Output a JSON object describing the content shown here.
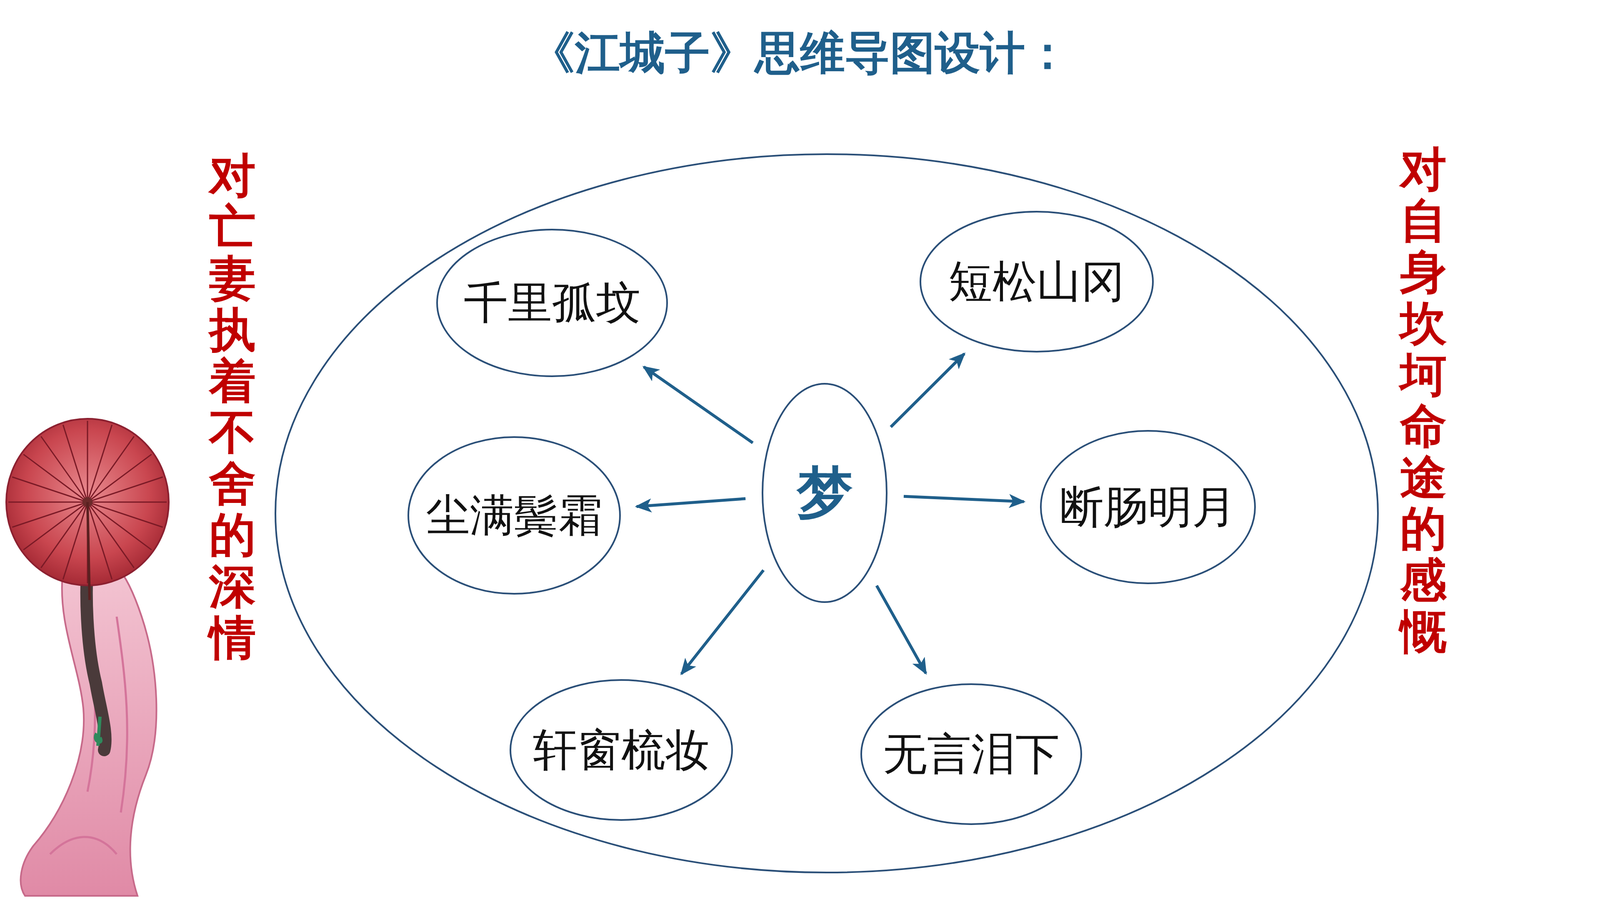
{
  "diagram": {
    "title": "《江城子》思维导图设计：",
    "nodes": [
      {
        "text": [
          "千里孤坟"
        ]
      },
      {
        "text": [
          "短松山冈"
        ]
      },
      {
        "text": [
          "尘满鬓霜"
        ]
      },
      {
        "text": [
          "梦"
        ]
      },
      {
        "text": [
          "断肠明月"
        ]
      },
      {
        "text": [
          "轩窗梳妆"
        ]
      },
      {
        "text": [
          "无言泪下"
        ]
      }
    ],
    "edges": [
      {
        "from": 3,
        "to": 0,
        "arrow": "to"
      },
      {
        "from": 3,
        "to": 1,
        "arrow": "to"
      },
      {
        "from": 3,
        "to": 2,
        "arrow": "to"
      },
      {
        "from": 3,
        "to": 4,
        "arrow": "to"
      },
      {
        "from": 3,
        "to": 5,
        "arrow": "to"
      },
      {
        "from": 3,
        "to": 6,
        "arrow": "to"
      }
    ],
    "labels": [
      "对亡妻执着不舍的深情",
      "对自身坎坷命途的感慨"
    ]
  }
}
